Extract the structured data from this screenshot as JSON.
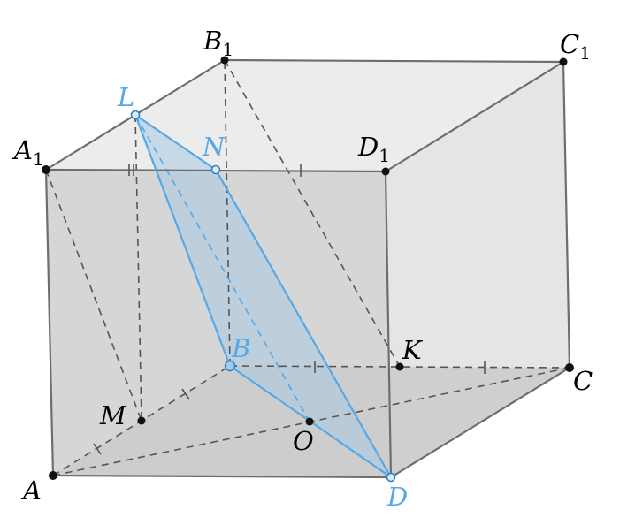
{
  "colors": {
    "edge": "#6e6e6e",
    "hidden": "#555555",
    "point": "#111111",
    "highlight": "#56a8e6",
    "highlight_fill": "#aacbe8",
    "face_light": "#e7e7e7",
    "face_front": "#cbcbcb",
    "face_bottom": "#bdbdbd"
  },
  "labels": {
    "A": "A",
    "B": "B",
    "C": "C",
    "D": "D",
    "A1": "A",
    "A1_sub": "1",
    "B1": "B",
    "B1_sub": "1",
    "C1": "C",
    "C1_sub": "1",
    "D1": "D",
    "D1_sub": "1",
    "L": "L",
    "N": "N",
    "M": "M",
    "O": "O",
    "K": "K"
  }
}
